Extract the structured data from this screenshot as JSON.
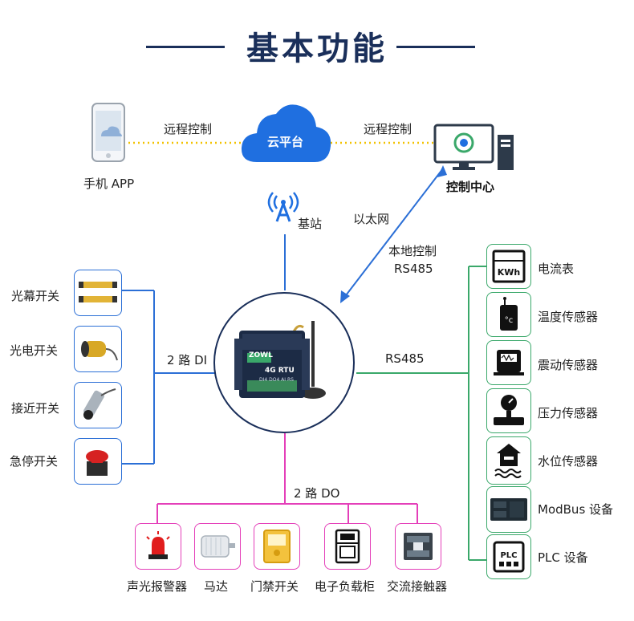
{
  "title": "基本功能",
  "cloud": {
    "label": "云平台"
  },
  "phone": {
    "label": "手机 APP"
  },
  "control_center": {
    "label": "控制中心"
  },
  "remote_left": "远程控制",
  "remote_right": "远程控制",
  "base_station": "基站",
  "ethernet": "以太网",
  "local_control": "本地控制",
  "rs485_local": "RS485",
  "di_label": "2 路 DI",
  "rs485_right": "RS485",
  "do_label": "2 路 DO",
  "device": {
    "brand": "ZOWL",
    "model": "4G RTU",
    "sub": "DI4 DO4 AI RS"
  },
  "inputs": [
    {
      "label": "光幕开关"
    },
    {
      "label": "光电开关"
    },
    {
      "label": "接近开关"
    },
    {
      "label": "急停开关"
    }
  ],
  "sensors": [
    {
      "label": "电流表",
      "icon_text": "KWh"
    },
    {
      "label": "温度传感器",
      "icon_text": "°c"
    },
    {
      "label": "震动传感器"
    },
    {
      "label": "压力传感器"
    },
    {
      "label": "水位传感器"
    },
    {
      "label": "ModBus 设备"
    },
    {
      "label": "PLC 设备",
      "icon_text": "PLC"
    }
  ],
  "outputs": [
    {
      "label": "声光报警器"
    },
    {
      "label": "马达"
    },
    {
      "label": "门禁开关"
    },
    {
      "label": "电子负载柜"
    },
    {
      "label": "交流接触器"
    }
  ],
  "colors": {
    "title": "#1a2f5a",
    "cloud": "#1f6fe0",
    "blue_line": "#2b6fd6",
    "green_line": "#3aa86a",
    "pink_line": "#e43fb9",
    "dotted": "#f2c200"
  }
}
